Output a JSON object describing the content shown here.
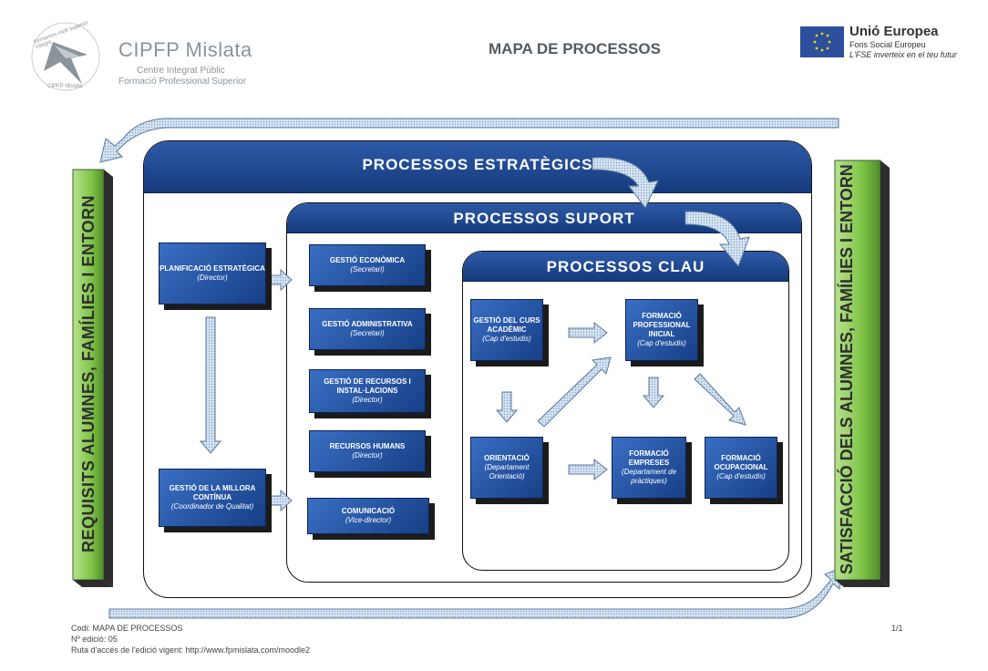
{
  "header": {
    "logo_ring_text": "formamos molt superior integre",
    "logo_small": "CIPFP Mislata",
    "logo_name": "CIPFP Mislata",
    "logo_sub1": "Centre Integrat Públic",
    "logo_sub2": "Formació Professional Superior",
    "title": "MAPA DE PROCESSOS",
    "eu_title": "Unió Europea",
    "eu_sub1": "Fons Social Europeu",
    "eu_sub2": "L'FSE inverteix en el teu futur"
  },
  "sides": {
    "left": "REQUISITS ALUMNES, FAMÍLIES I ENTORN",
    "right": "SATISFACCIÓ DELS ALUMNES, FAMÍLIES I ENTORN"
  },
  "panels": {
    "strategic": "PROCESSOS ESTRATÈGICS",
    "support": "PROCESSOS SUPORT",
    "key": "PROCESSOS CLAU"
  },
  "boxes": {
    "planning": {
      "title": "PLANIFICACIÓ ESTRATÈGICA",
      "sub": "(Director)"
    },
    "improvement": {
      "title": "GESTIÓ DE LA MILLORA CONTÍNUA",
      "sub": "(Coordinador de Qualitat)"
    },
    "economic": {
      "title": "GESTIÓ ECONÒMICA",
      "sub": "(Secretari)"
    },
    "admin": {
      "title": "GESTIÓ ADMINISTRATIVA",
      "sub": "(Secretari)"
    },
    "resources": {
      "title": "GESTIÓ DE RECURSOS I INSTAL·LACIONS",
      "sub": "(Director)"
    },
    "hr": {
      "title": "RECURSOS HUMANS",
      "sub": "(Director)"
    },
    "comm": {
      "title": "COMUNICACIÓ",
      "sub": "(Vice-director)"
    },
    "course": {
      "title": "GESTIÓ DEL CURS ACADÈMIC",
      "sub": "(Cap d'estudis)"
    },
    "fpi": {
      "title": "FORMACIÓ PROFESSIONAL INICIAL",
      "sub": "(Cap d'estudis)"
    },
    "orient": {
      "title": "ORIENTACIÓ",
      "sub": "(Departament Orientació)"
    },
    "companies": {
      "title": "FORMACIÓ EMPRESES",
      "sub": "(Departament de pràctiques)"
    },
    "occup": {
      "title": "FORMACIÓ OCUPACIONAL",
      "sub": "(Cap d'estudis)"
    }
  },
  "footer": {
    "code": "Codi:  MAPA DE PROCESSOS",
    "edition": "Nº edició: 05",
    "path": "Ruta d'accés de l'edició vigent: http://www.fpmislata.com/moodle2",
    "page": "1/1"
  },
  "colors": {
    "box": "#1f4f9e",
    "side_bar": "#7fc447",
    "arrow_fill": "#bcd3ea"
  }
}
